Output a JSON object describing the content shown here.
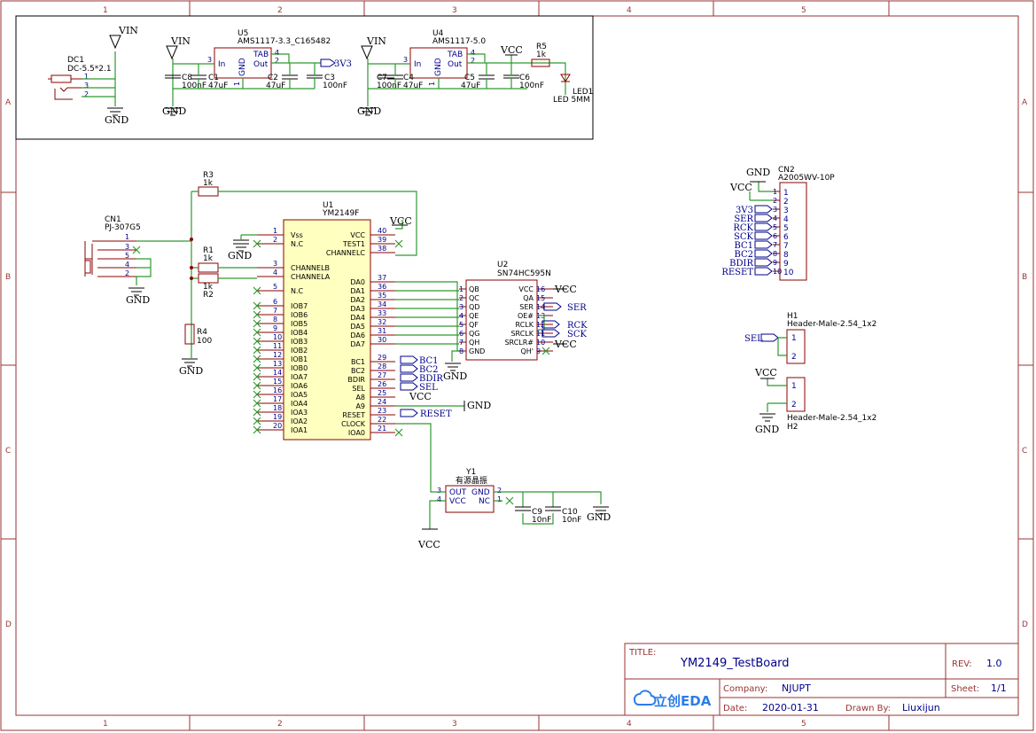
{
  "frame": {
    "cols": [
      "1",
      "2",
      "3",
      "4",
      "5"
    ],
    "rows": [
      "A",
      "B",
      "C",
      "D"
    ]
  },
  "power": {
    "dc1_ref": "DC1",
    "dc1_val": "DC-5.5*2.1",
    "u5_ref": "U5",
    "u5_val": "AMS1117-3.3_C165482",
    "u4_ref": "U4",
    "u4_val": "AMS1117-5.0",
    "r5_ref": "R5",
    "r5_val": "1k",
    "led_ref": "LED1",
    "led_val": "LED 5MM",
    "c8": "C8",
    "c8v": "100nF",
    "c1": "C1",
    "c1v": "47uF",
    "c2": "C2",
    "c2v": "47uF",
    "c3": "C3",
    "c3v": "100nF",
    "c7": "C7",
    "c7v": "100nF",
    "c4": "C4",
    "c4v": "47uF",
    "c5": "C5",
    "c5v": "47uF",
    "c6": "C6",
    "c6v": "100nF",
    "vin": "VIN",
    "gnd": "GND",
    "vcc": "VCC",
    "v3": "3V3",
    "in": "In",
    "out": "Out",
    "tab": "TAB",
    "gndpin": "GND"
  },
  "u1": {
    "ref": "U1",
    "val": "YM2149F",
    "left_pins": [
      {
        "n": "1",
        "name": "Vss"
      },
      {
        "n": "2",
        "name": "N.C"
      },
      {
        "n": "3",
        "name": "CHANNELB"
      },
      {
        "n": "4",
        "name": "CHANNELA"
      },
      {
        "n": "5",
        "name": "N.C"
      },
      {
        "n": "6",
        "name": "IOB7"
      },
      {
        "n": "7",
        "name": "IOB6"
      },
      {
        "n": "8",
        "name": "IOB5"
      },
      {
        "n": "9",
        "name": "IOB4"
      },
      {
        "n": "10",
        "name": "IOB3"
      },
      {
        "n": "11",
        "name": "IOB2"
      },
      {
        "n": "12",
        "name": "IOB1"
      },
      {
        "n": "13",
        "name": "IOB0"
      },
      {
        "n": "14",
        "name": "IOA7"
      },
      {
        "n": "15",
        "name": "IOA6"
      },
      {
        "n": "16",
        "name": "IOA5"
      },
      {
        "n": "17",
        "name": "IOA4"
      },
      {
        "n": "18",
        "name": "IOA3"
      },
      {
        "n": "19",
        "name": "IOA2"
      },
      {
        "n": "20",
        "name": "IOA1"
      }
    ],
    "right_pins": [
      {
        "n": "40",
        "name": "VCC"
      },
      {
        "n": "39",
        "name": "TEST1"
      },
      {
        "n": "38",
        "name": "CHANNELC"
      },
      {
        "n": "37",
        "name": "DA0"
      },
      {
        "n": "36",
        "name": "DA1"
      },
      {
        "n": "35",
        "name": "DA2"
      },
      {
        "n": "34",
        "name": "DA3"
      },
      {
        "n": "33",
        "name": "DA4"
      },
      {
        "n": "32",
        "name": "DA5"
      },
      {
        "n": "31",
        "name": "DA6"
      },
      {
        "n": "30",
        "name": "DA7"
      },
      {
        "n": "29",
        "name": "BC1"
      },
      {
        "n": "28",
        "name": "BC2"
      },
      {
        "n": "27",
        "name": "BDIR"
      },
      {
        "n": "26",
        "name": "SEL"
      },
      {
        "n": "25",
        "name": "A8"
      },
      {
        "n": "24",
        "name": "A9"
      },
      {
        "n": "23",
        "name": "RESET"
      },
      {
        "n": "22",
        "name": "CLOCK"
      },
      {
        "n": "21",
        "name": "IOA0"
      }
    ]
  },
  "u2": {
    "ref": "U2",
    "val": "SN74HC595N",
    "left": [
      {
        "n": "1",
        "name": "QB"
      },
      {
        "n": "2",
        "name": "QC"
      },
      {
        "n": "3",
        "name": "QD"
      },
      {
        "n": "4",
        "name": "QE"
      },
      {
        "n": "5",
        "name": "QF"
      },
      {
        "n": "6",
        "name": "QG"
      },
      {
        "n": "7",
        "name": "QH"
      },
      {
        "n": "8",
        "name": "GND"
      }
    ],
    "right": [
      {
        "n": "16",
        "name": "VCC"
      },
      {
        "n": "15",
        "name": "QA"
      },
      {
        "n": "14",
        "name": "SER"
      },
      {
        "n": "13",
        "name": "OE#"
      },
      {
        "n": "12",
        "name": "RCLK"
      },
      {
        "n": "11",
        "name": "SRCLK"
      },
      {
        "n": "10",
        "name": "SRCLR#"
      },
      {
        "n": "9",
        "name": "QH'"
      }
    ]
  },
  "cn1": {
    "ref": "CN1",
    "val": "PJ-307G5",
    "pins": [
      "1",
      "3",
      "5",
      "4",
      "2"
    ]
  },
  "resistors": {
    "r3": "R3",
    "r3v": "1k",
    "r1": "R1",
    "r1v": "1k",
    "r2": "R2",
    "r2v": "1k",
    "r4": "R4",
    "r4v": "100"
  },
  "cn2": {
    "ref": "CN2",
    "val": "A2005WV-10P",
    "nets": [
      "3V3",
      "SER",
      "RCK",
      "SCK",
      "BC1",
      "BC2",
      "BDIR",
      "RESET"
    ],
    "pins": [
      "1",
      "2",
      "3",
      "4",
      "5",
      "6",
      "7",
      "8",
      "9",
      "10"
    ]
  },
  "h1": {
    "ref": "H1",
    "val": "Header-Male-2.54_1x2",
    "net": "SEL",
    "pins": [
      "1",
      "2"
    ]
  },
  "h2": {
    "ref": "H2",
    "val": "Header-Male-2.54_1x2",
    "pins": [
      "1",
      "2"
    ]
  },
  "y1": {
    "ref": "Y1",
    "val": "有源晶振",
    "out": "OUT",
    "vcc": "VCC",
    "gnd": "GND",
    "nc": "NC",
    "c9": "C9",
    "c9v": "10nF",
    "c10": "C10",
    "c10v": "10nF"
  },
  "nets": {
    "bc1": "BC1",
    "bc2": "BC2",
    "bdir": "BDIR",
    "sel": "SEL",
    "reset": "RESET",
    "ser": "SER",
    "rck": "RCK",
    "sck": "SCK"
  },
  "title_block": {
    "title_label": "TITLE:",
    "title": "YM2149_TestBoard",
    "rev_label": "REV:",
    "rev": "1.0",
    "company_label": "Company:",
    "company": "NJUPT",
    "sheet_label": "Sheet:",
    "sheet": "1/1",
    "date_label": "Date:",
    "date": "2020-01-31",
    "drawn_label": "Drawn By:",
    "drawn": "Liuxijun",
    "logo": "立创EDA"
  }
}
